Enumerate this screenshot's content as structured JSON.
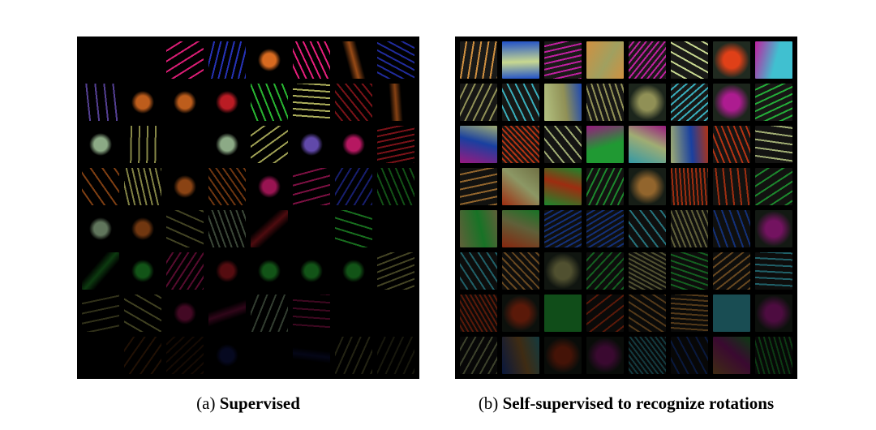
{
  "figure": {
    "panels": [
      {
        "id": "a",
        "label": "(a)",
        "title": "Supervised",
        "filters": {
          "rows": 8,
          "cols": 8,
          "style": "sparse",
          "palette": [
            "#d4202a",
            "#2a38c8",
            "#2fd23a",
            "#e6e87a",
            "#b8e0b0",
            "#f02080",
            "#d86a20",
            "#8060e0"
          ]
        }
      },
      {
        "id": "b",
        "label": "(b)",
        "title": "Self-supervised to recognize rotations",
        "filters": {
          "rows": 8,
          "cols": 8,
          "style": "dense",
          "palette": [
            "#c8d890",
            "#2050c8",
            "#e04018",
            "#28c040",
            "#d09040",
            "#c020a0",
            "#40c0d0",
            "#a0a060"
          ]
        }
      }
    ]
  }
}
